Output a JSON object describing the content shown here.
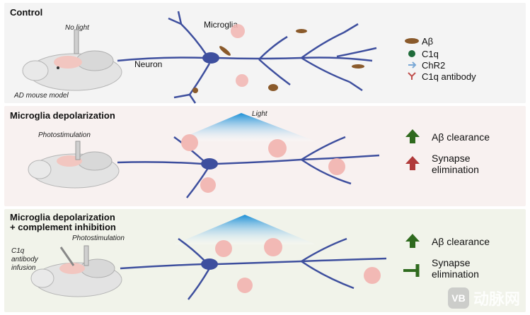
{
  "panels": [
    {
      "title": "Control",
      "labels": {
        "no_light": "No light",
        "microglia": "Microglia",
        "neuron": "Neuron",
        "model": "AD mouse model"
      }
    },
    {
      "title": "Microglia depolarization",
      "labels": {
        "light": "Light",
        "photostim": "Photostimulation"
      }
    },
    {
      "title_line1": "Microglia depolarization",
      "title_line2": "+ complement inhibition",
      "labels": {
        "photostim": "Photostimulation",
        "c1q_line1": "C1q",
        "c1q_line2": "antibody",
        "c1q_line3": "infusion"
      }
    }
  ],
  "legend": [
    {
      "label": "Aβ",
      "icon": "amyloid-beta-icon",
      "color": "#8a5a2b"
    },
    {
      "label": "C1q",
      "icon": "c1q-dot-icon",
      "color": "#1f6b3a"
    },
    {
      "label": "ChR2",
      "icon": "chr2-icon",
      "color": "#7aa9d6"
    },
    {
      "label": "C1q antibody",
      "icon": "antibody-icon",
      "color": "#c0504d"
    }
  ],
  "effects_depol": [
    {
      "line1": "Aβ clearance",
      "line2": "",
      "icon": "up-arrow-green-icon"
    },
    {
      "line1": "Synapse",
      "line2": "elimination",
      "icon": "up-arrow-red-icon"
    }
  ],
  "effects_inhib": [
    {
      "line1": "Aβ clearance",
      "line2": "",
      "icon": "up-arrow-green-icon"
    },
    {
      "line1": "Synapse",
      "line2": "elimination",
      "icon": "inhibition-bar-icon"
    }
  ],
  "colors": {
    "neuron": "#3e4f9e",
    "microglia": "#f2b9b5",
    "green": "#2f6a1e",
    "red": "#b03a3a",
    "light": "#1c8fd6"
  },
  "watermark": {
    "badge": "VB",
    "text": "动脉网"
  }
}
